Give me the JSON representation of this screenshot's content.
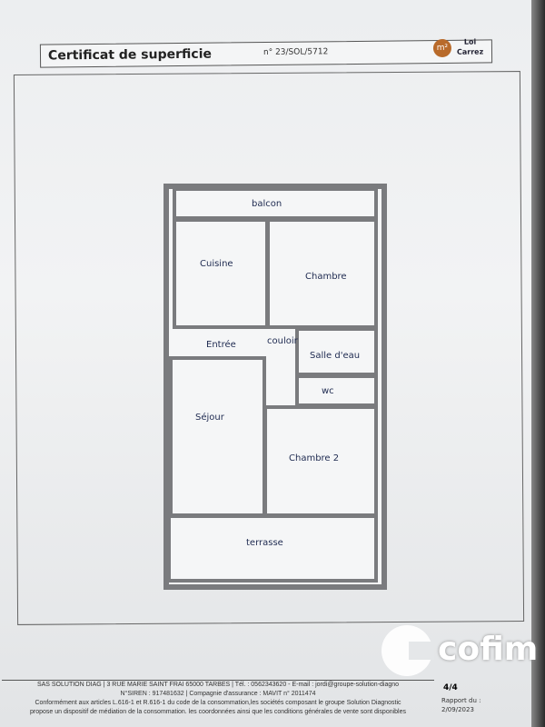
{
  "header": {
    "title": "Certificat de superficie",
    "number": "n° 23/SOL/5712",
    "badge": "m²",
    "badge_label_1": "Loi",
    "badge_label_2": "Carrez"
  },
  "plan": {
    "rooms": [
      "balcon",
      "Cuisine",
      "Chambre",
      "Entrée",
      "couloir",
      "Salle d'eau",
      "wc",
      "Séjour",
      "Chambre 2",
      "terrasse"
    ]
  },
  "footer": {
    "line1": "SAS SOLUTION DIAG | 3 RUE MARIE SAINT FRAI 65000 TARBES | Tél. : 0562343620 - E-mail : jordi@groupe-solution-diagno",
    "line2": "N°SIREN : 917481632 | Compagnie d'assurance : MAVIT n° 2011474",
    "line3": "Conformément aux articles L.616-1 et R.616-1 du code de la consommation,les sociétés composant le groupe Solution Diagnostic",
    "line4": "propose un dispositif de médiation de la consommation. les coordonnées ainsi que les conditions générales de vente sont disponibles",
    "page": "4/4",
    "report_label": "Rapport du :",
    "report_date": "2/09/2023"
  },
  "watermark": {
    "text": "cofim"
  }
}
